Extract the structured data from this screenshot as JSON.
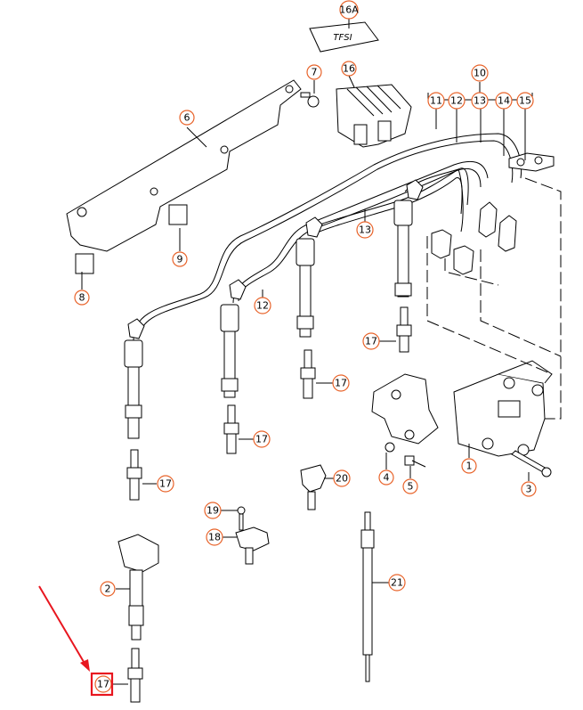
{
  "callouts": {
    "c16a": "16A",
    "c16": "16",
    "c7": "7",
    "c6": "6",
    "c10": "10",
    "c11": "11",
    "c12a": "12",
    "c13a": "13",
    "c14": "14",
    "c15": "15",
    "c9": "9",
    "c8": "8",
    "c13b": "13",
    "c12b": "12",
    "c17a": "17",
    "c17b": "17",
    "c17c": "17",
    "c17d": "17",
    "c17e": "17",
    "c1": "1",
    "c4": "4",
    "c5": "5",
    "c3": "3",
    "c20": "20",
    "c19": "19",
    "c18": "18",
    "c2": "2",
    "c21": "21"
  },
  "cover_marking": "TFSI",
  "highlight": {
    "target": "17",
    "color": "#e8161f"
  },
  "colors": {
    "callout_ring": "#e8632a",
    "highlight": "#e8161f",
    "line": "#000000"
  }
}
